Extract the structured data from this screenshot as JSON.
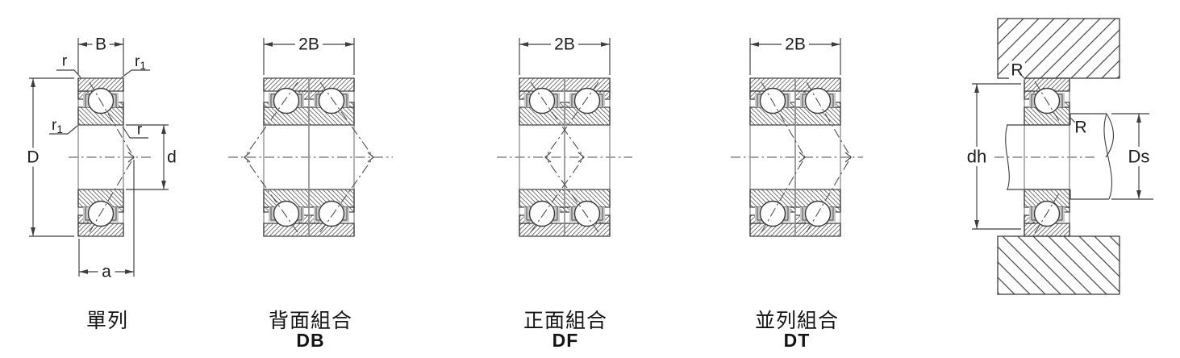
{
  "colors": {
    "line": "#3d3d3d",
    "gray": "#9b9b9b",
    "hatch": "#6a6a6a",
    "coarse_hatch": "#4f4f4f",
    "text": "#1c1c1c",
    "bg": "#ffffff"
  },
  "diagrams": {
    "single": {
      "caption": "單列",
      "dims": {
        "width": "B",
        "outer_dia": "D",
        "bore_dia": "d",
        "load_center": "a",
        "chamfer": "r",
        "chamfer1": "r1"
      }
    },
    "db": {
      "caption": "背面組合",
      "code": "DB",
      "dims": {
        "width": "2B"
      }
    },
    "df": {
      "caption": "正面組合",
      "code": "DF",
      "dims": {
        "width": "2B"
      }
    },
    "dt": {
      "caption": "並列組合",
      "code": "DT",
      "dims": {
        "width": "2B"
      }
    },
    "mount": {
      "dims": {
        "housing_fillet": "R",
        "shaft_fillet": "R",
        "housing_bore": "dh",
        "shaft_shoulder_dia": "Ds"
      }
    }
  }
}
